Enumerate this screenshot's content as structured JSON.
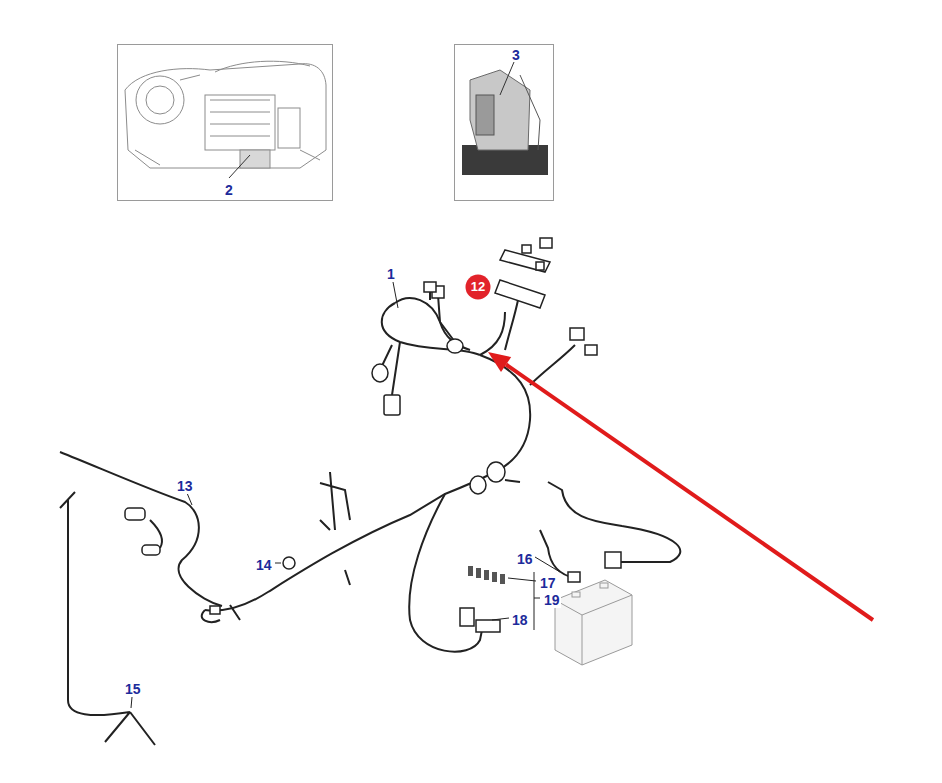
{
  "diagram": {
    "nodes": [
      {
        "text": [
          "2"
        ]
      },
      {
        "text": [
          "3"
        ]
      },
      {
        "text": [
          "12"
        ]
      }
    ],
    "labels": [
      "1",
      "13",
      "14",
      "15",
      "16",
      "17",
      "18",
      "19"
    ]
  }
}
